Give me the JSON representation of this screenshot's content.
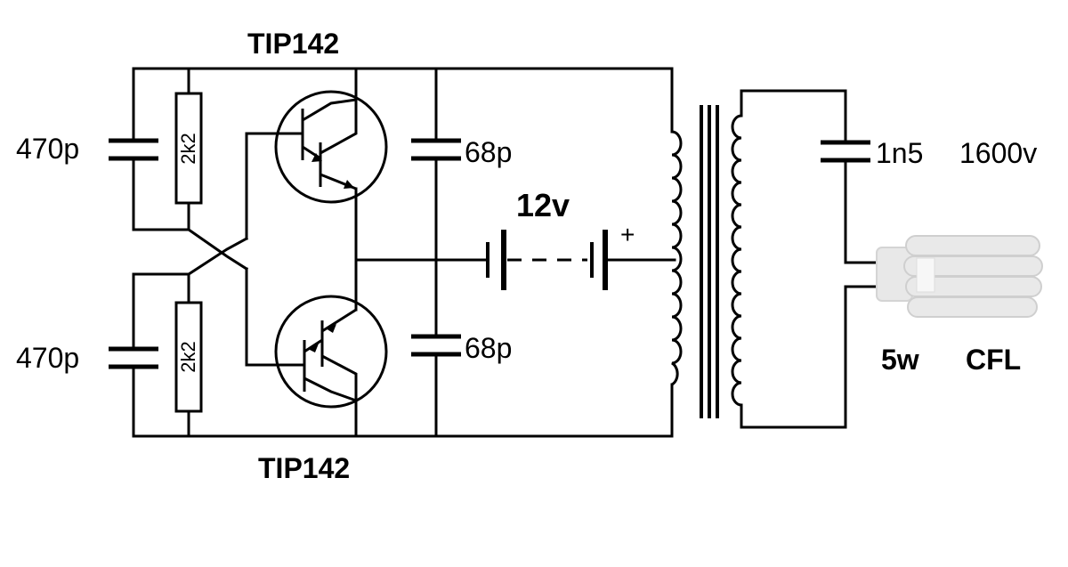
{
  "colors": {
    "ink": "#000000",
    "background": "#ffffff",
    "lamp": "#e6e6e6"
  },
  "transistors": {
    "top_label": "TIP142",
    "bottom_label": "TIP142"
  },
  "capacitors": {
    "left_top": "470p",
    "left_bottom": "470p",
    "mid_top": "68p",
    "mid_bottom": "68p",
    "output": "1n5",
    "output_rating": "1600v"
  },
  "resistors": {
    "top": "2k2",
    "bottom": "2k2"
  },
  "battery": {
    "voltage": "12v",
    "polarity": "+"
  },
  "lamp": {
    "power": "5w",
    "type": "CFL"
  },
  "icons": [
    "npn-darlington-transistor",
    "pnp-darlington-transistor",
    "battery",
    "transformer",
    "cfl-bulb"
  ]
}
